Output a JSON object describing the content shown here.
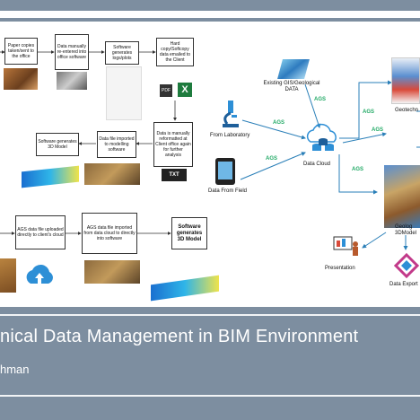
{
  "slide": {
    "title": "nical Data Management in BIM Environment",
    "author": "hman"
  },
  "traditional_flow": {
    "step1": "Paper copies taken/sent to the office",
    "step2": "Data manually re-entered into office software",
    "step3": "Software generates logs/plots",
    "step4": "Hard copy/Softcopy data emailed to the Client",
    "step5": "Data is manually reformatted at Client office again for further analysis",
    "step6": "Data file imported to modelling software",
    "step7": "Software generates 3D Model",
    "pdf_label": "PDF",
    "txt_label": "TXT",
    "xls_label": "X"
  },
  "bim_flow": {
    "step1": "AGS data file uploaded directly to client's cloud",
    "step2": "AGS data file imported from data cloud to directly into software",
    "step3": "Software generates 3D Model"
  },
  "network": {
    "existing": "Existing GIS/Geological DATA",
    "laboratory": "From Laboratory",
    "field": "Data From Field",
    "cloud": "Data Cloud",
    "geotech": "Geotechn",
    "geomodel": "Geolog 3DModel",
    "presentation": "Presentation",
    "export": "Data Export",
    "ags": "AGS"
  },
  "colors": {
    "slide_bg": "#7d8ea0",
    "arrow": "#2a7fb8",
    "ags_green": "#22aa66"
  }
}
